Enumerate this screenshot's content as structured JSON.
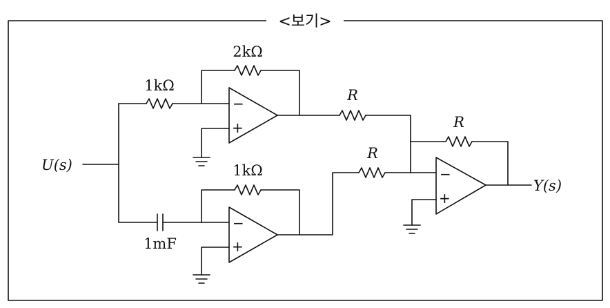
{
  "title": "<보기>",
  "labels": {
    "input": "U(s)",
    "output": "Y(s)",
    "r_top_feedback": "2kΩ",
    "r_top_input": "1kΩ",
    "r_bottom_feedback": "1kΩ",
    "c_bottom_input": "1mF",
    "r_sum_upper": "R",
    "r_sum_lower": "R",
    "r_sum_feedback": "R"
  },
  "opamp_signs": {
    "minus": "−",
    "plus": "+"
  },
  "colors": {
    "line": "#111111",
    "background": "#ffffff"
  }
}
